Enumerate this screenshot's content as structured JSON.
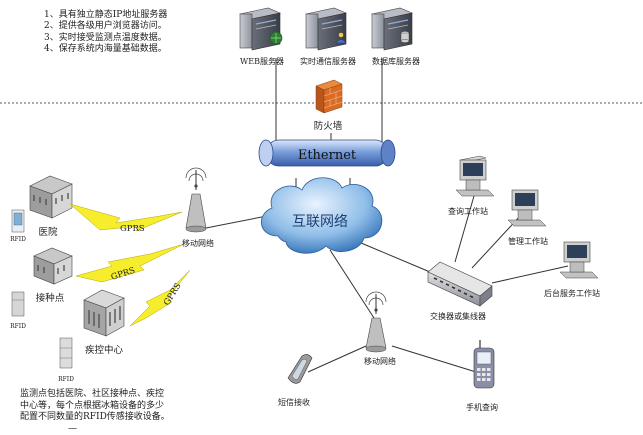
{
  "requirements": [
    "1、具有独立静态IP地址服务器",
    "2、提供各级用户浏览器访问。",
    "3、实时接受监测点温度数据。",
    "4、保存系统内海量基础数据。"
  ],
  "servers": {
    "web": "WEB服务器",
    "realtime": "实时通信服务器",
    "database": "数据库服务器"
  },
  "firewall": "防火墙",
  "ethernet": "Ethernet",
  "internet": "互联网络",
  "sites": {
    "hospital": "医院",
    "vaccination": "接种点",
    "cdc": "疾控中心",
    "rfid": "RFID"
  },
  "gprs": "GPRS",
  "mobile_network": "移动网络",
  "workstations": {
    "query": "查询工作站",
    "manage": "管理工作站",
    "backend": "后台服务工作站"
  },
  "switch": "交换器或集线器",
  "sms": "短信接收",
  "phone_query": "手机查询",
  "note": [
    "监测点包括医院、社区接种点、疾控",
    "中心等，每个点根据冰箱设备的多少",
    "配置不同数量的RFID传感接收设备。"
  ],
  "note_dash": "—"
}
